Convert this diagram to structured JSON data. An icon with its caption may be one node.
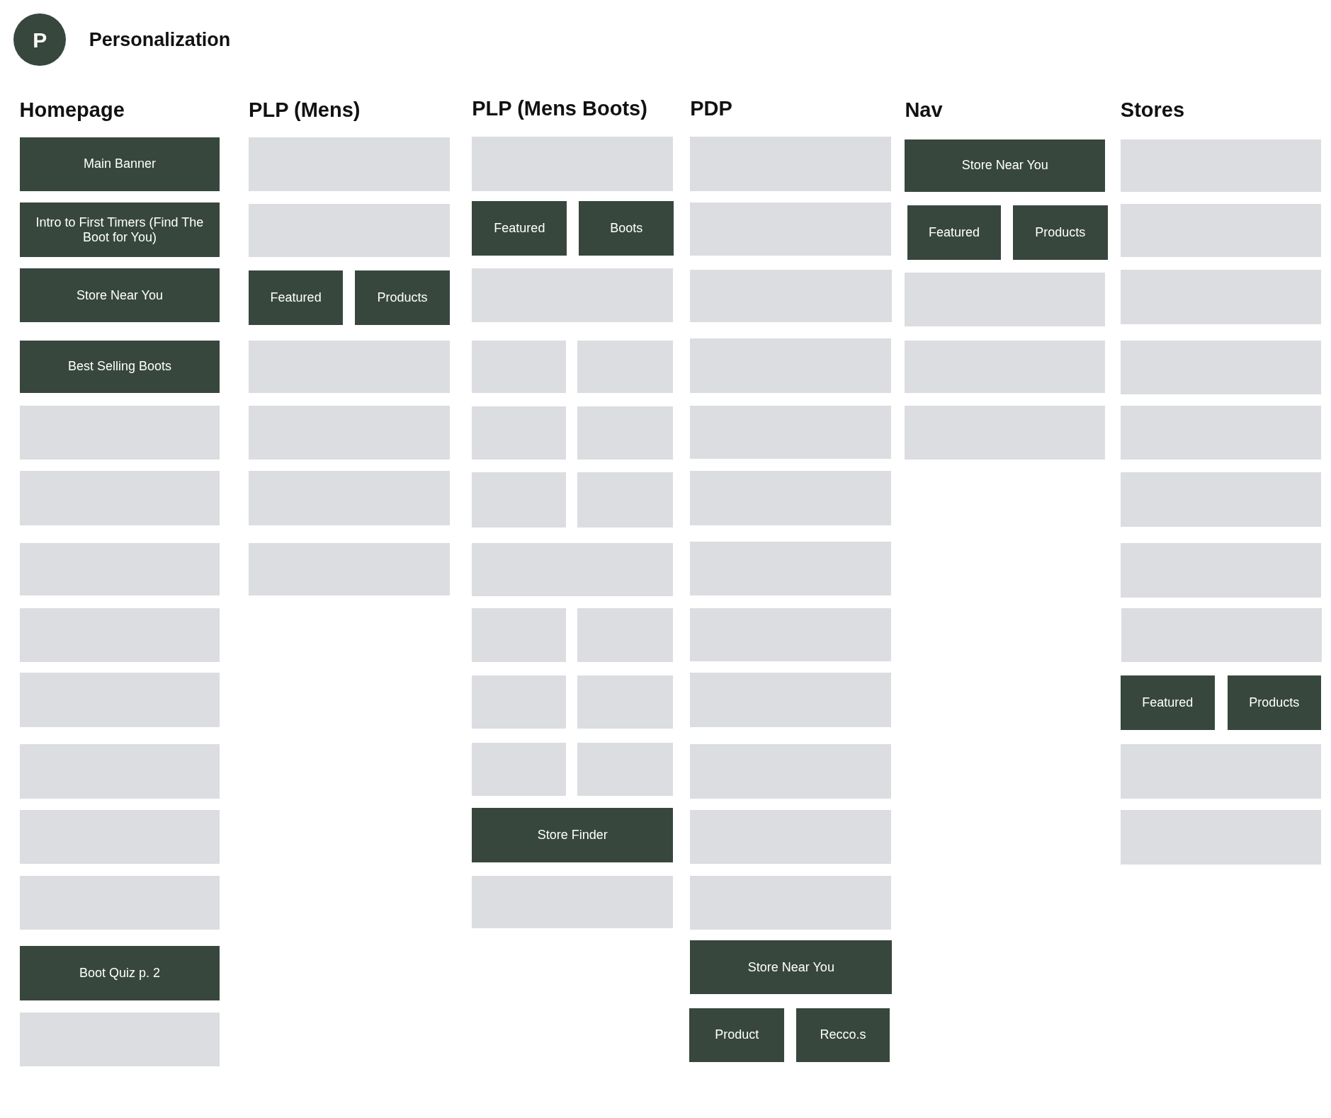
{
  "diagram": {
    "title": "Personalization",
    "nodes": [
      {
        "text": [
          "P"
        ]
      },
      {
        "text": [
          "Main Banner"
        ]
      },
      {
        "text": [
          "Intro to First Timers (Find The Boot for You)"
        ]
      },
      {
        "text": [
          "Store Near You"
        ]
      },
      {
        "text": [
          "Best Selling Boots"
        ]
      },
      {
        "text": [],
        "shape": "box"
      },
      {
        "text": [],
        "shape": "box"
      },
      {
        "text": [],
        "shape": "box"
      },
      {
        "text": [],
        "shape": "box"
      },
      {
        "text": [],
        "shape": "box"
      },
      {
        "text": [],
        "shape": "box"
      },
      {
        "text": [],
        "shape": "box"
      },
      {
        "text": [],
        "shape": "box"
      },
      {
        "text": [
          "Boot Quiz p. 2"
        ]
      },
      {
        "text": [],
        "shape": "box"
      },
      {
        "text": [],
        "shape": "box"
      },
      {
        "text": [],
        "shape": "box"
      },
      {
        "text": [
          "Featured"
        ]
      },
      {
        "text": [
          "Products"
        ]
      },
      {
        "text": [],
        "shape": "box"
      },
      {
        "text": [],
        "shape": "box"
      },
      {
        "text": [],
        "shape": "box"
      },
      {
        "text": [],
        "shape": "box"
      },
      {
        "text": [],
        "shape": "box"
      },
      {
        "text": [
          "Featured"
        ]
      },
      {
        "text": [
          "Boots"
        ]
      },
      {
        "text": [],
        "shape": "box"
      },
      {
        "text": [],
        "shape": "box"
      },
      {
        "text": [],
        "shape": "box"
      },
      {
        "text": [],
        "shape": "box"
      },
      {
        "text": [],
        "shape": "box"
      },
      {
        "text": [],
        "shape": "box"
      },
      {
        "text": [],
        "shape": "box"
      },
      {
        "text": [],
        "shape": "box"
      },
      {
        "text": [],
        "shape": "box"
      },
      {
        "text": [],
        "shape": "box"
      },
      {
        "text": [],
        "shape": "box"
      },
      {
        "text": [],
        "shape": "box"
      },
      {
        "text": [],
        "shape": "box"
      },
      {
        "text": [],
        "shape": "box"
      },
      {
        "text": [
          "Store Finder"
        ]
      },
      {
        "text": [],
        "shape": "box"
      },
      {
        "text": [],
        "shape": "box"
      },
      {
        "text": [],
        "shape": "box"
      },
      {
        "text": [],
        "shape": "box"
      },
      {
        "text": [],
        "shape": "box"
      },
      {
        "text": [],
        "shape": "box"
      },
      {
        "text": [],
        "shape": "box"
      },
      {
        "text": [],
        "shape": "box"
      },
      {
        "text": [],
        "shape": "box"
      },
      {
        "text": [],
        "shape": "box"
      },
      {
        "text": [],
        "shape": "box"
      },
      {
        "text": [],
        "shape": "box"
      },
      {
        "text": [],
        "shape": "box"
      },
      {
        "text": [
          "Store Near You"
        ]
      },
      {
        "text": [
          "Product"
        ]
      },
      {
        "text": [
          "Recco.s"
        ]
      },
      {
        "text": [
          "Store Near You"
        ]
      },
      {
        "text": [
          "Featured"
        ]
      },
      {
        "text": [
          "Products"
        ]
      },
      {
        "text": [],
        "shape": "box"
      },
      {
        "text": [],
        "shape": "box"
      },
      {
        "text": [],
        "shape": "box"
      },
      {
        "text": [],
        "shape": "box"
      },
      {
        "text": [],
        "shape": "box"
      },
      {
        "text": [],
        "shape": "box"
      },
      {
        "text": [],
        "shape": "box"
      },
      {
        "text": [],
        "shape": "box"
      },
      {
        "text": [],
        "shape": "box"
      },
      {
        "text": [],
        "shape": "box"
      },
      {
        "text": [],
        "shape": "box"
      },
      {
        "text": [
          "Featured"
        ]
      },
      {
        "text": [
          "Products"
        ]
      },
      {
        "text": [],
        "shape": "box"
      },
      {
        "text": [],
        "shape": "box"
      }
    ],
    "edges": [],
    "labels": [
      "Homepage",
      "PLP (Mens)",
      "PLP (Mens Boots)",
      "PDP",
      "Nav",
      "Stores"
    ]
  }
}
